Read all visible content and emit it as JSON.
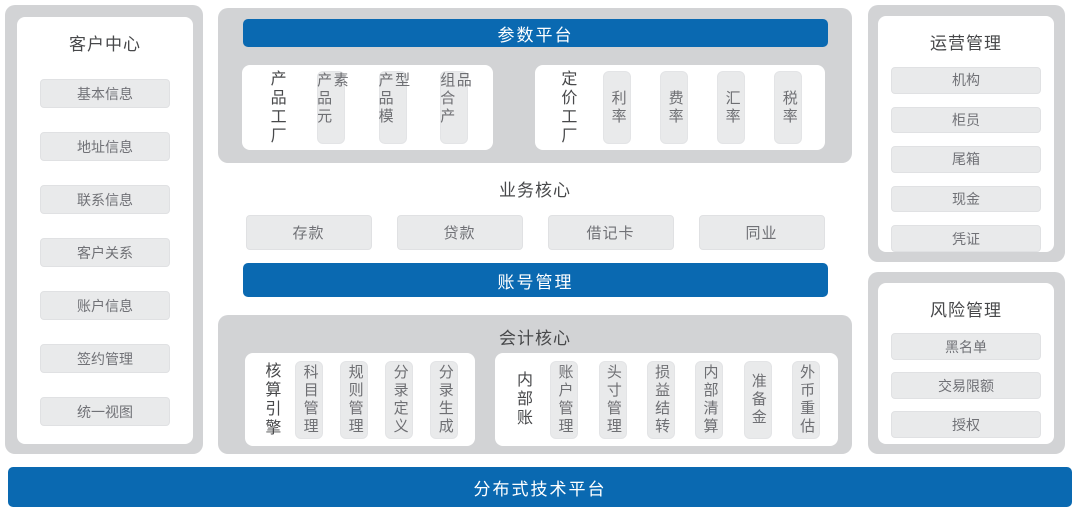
{
  "colors": {
    "accent_blue": "#0a69b1",
    "container_gray": "#d2d3d5",
    "chip_gray": "#e9eaeb",
    "title_text": "#47484a",
    "chip_text": "#707176"
  },
  "left_panel": {
    "title": "客户中心",
    "items": [
      "基本信息",
      "地址信息",
      "联系信息",
      "客户关系",
      "账户信息",
      "签约管理",
      "统一视图"
    ]
  },
  "param_platform": {
    "title": "参数平台",
    "groups": [
      {
        "label": "产品工厂",
        "items": [
          "产品元素",
          "产品模型",
          "组合产品"
        ]
      },
      {
        "label": "定价工厂",
        "items": [
          "利率",
          "费率",
          "汇率",
          "税率"
        ]
      }
    ]
  },
  "business_core": {
    "title": "业务核心",
    "items": [
      "存款",
      "贷款",
      "借记卡",
      "同业"
    ]
  },
  "account_mgmt": {
    "title": "账号管理"
  },
  "accounting_core": {
    "title": "会计核心",
    "groups": [
      {
        "label": "核算引擎",
        "items": [
          "科目管理",
          "规则管理",
          "分录定义",
          "分录生成"
        ]
      },
      {
        "label": "内部账",
        "items": [
          "账户管理",
          "头寸管理",
          "损益结转",
          "内部清算",
          "准备金",
          "外币重估"
        ]
      }
    ]
  },
  "operations_panel": {
    "title": "运营管理",
    "items": [
      "机构",
      "柜员",
      "尾箱",
      "现金",
      "凭证"
    ]
  },
  "risk_panel": {
    "title": "风险管理",
    "items": [
      "黑名单",
      "交易限额",
      "授权"
    ]
  },
  "tech_platform": {
    "title": "分布式技术平台"
  }
}
